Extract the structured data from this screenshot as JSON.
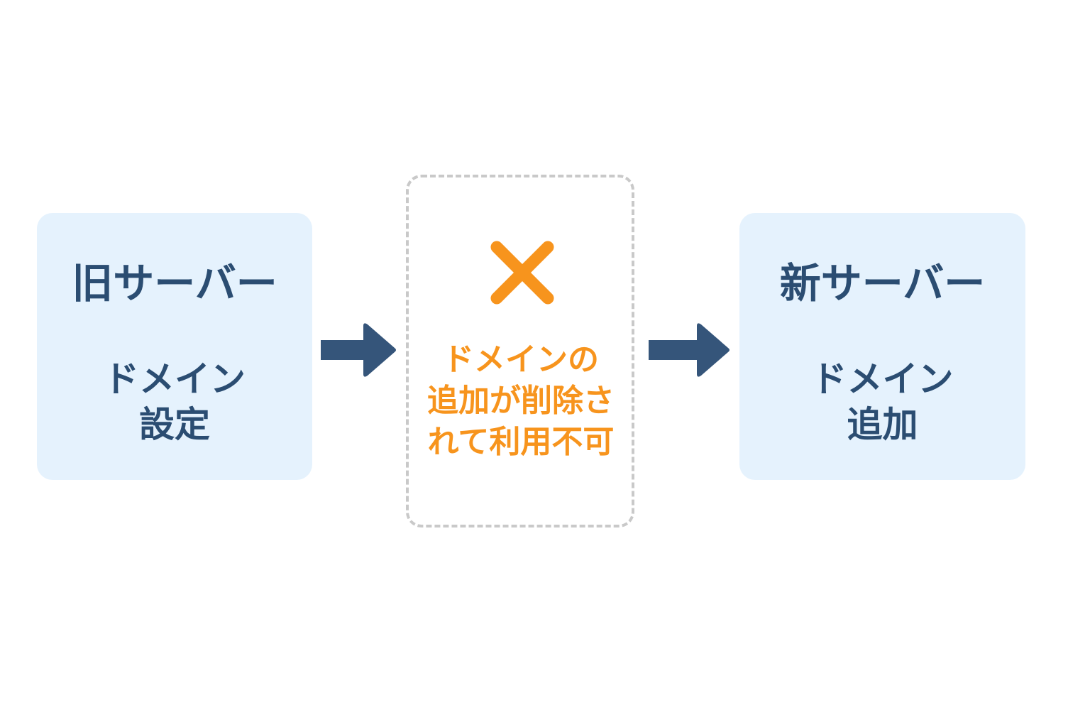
{
  "old_server": {
    "title": "旧サーバー",
    "line1": "ドメイン",
    "line2": "設定"
  },
  "middle": {
    "icon": "cross-icon",
    "line1": "ドメインの",
    "line2": "追加が削除さ",
    "line3": "れて利用不可"
  },
  "new_server": {
    "title": "新サーバー",
    "line1": "ドメイン",
    "line2": "追加"
  },
  "colors": {
    "box_fill": "#e5f2fd",
    "text_navy": "#2b4d72",
    "accent_orange": "#f7941d",
    "dashed_border": "#c9c9c9"
  }
}
